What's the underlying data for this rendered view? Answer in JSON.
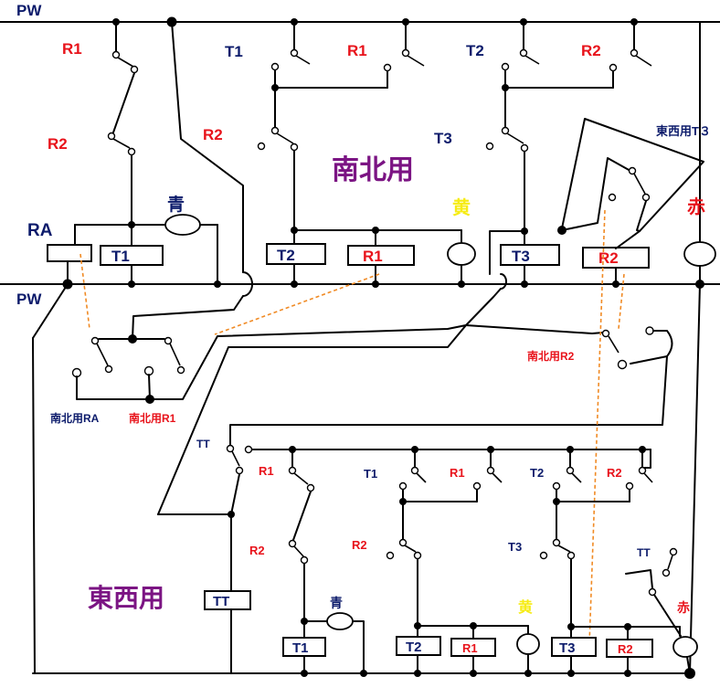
{
  "colors": {
    "wire": "#000000",
    "relay_label": "#e8131b",
    "timer_label": "#0c1b6b",
    "title": "#7b1483",
    "yellow": "#f6ec14",
    "mechanical_link": "#f08a24"
  },
  "power": {
    "top": "PW",
    "middle": "PW"
  },
  "ns": {
    "title": "南北用",
    "r1_a": "R1",
    "r2_a": "R2",
    "t1_c": "T1",
    "r1_b": "R1",
    "r2_b": "R2",
    "t2_c": "T2",
    "r2_c": "R2",
    "t3_c": "T3",
    "t3_ew": "東西用T３",
    "ra": "RA",
    "t1": "T1",
    "t2": "T2",
    "r1": "R1",
    "t3": "T3",
    "r2": "R2",
    "blue": "青",
    "yellow": "黄",
    "red": "赤"
  },
  "sw": {
    "ra": "南北用RA",
    "r1": "南北用R1",
    "r2": "南北用R2"
  },
  "ew": {
    "title": "東西用",
    "tt_c": "TT",
    "tt": "TT",
    "r1_a": "R1",
    "t1_c": "T1",
    "r1_b": "R1",
    "t2_c": "T2",
    "r2_c": "R2",
    "r2_a": "R2",
    "r2_b": "R2",
    "t3_c": "T3",
    "tt_c2": "TT",
    "t1": "T1",
    "t2": "T2",
    "r1": "R1",
    "t3": "T3",
    "r2": "R2",
    "blue": "青",
    "yellow": "黄",
    "red": "赤"
  }
}
